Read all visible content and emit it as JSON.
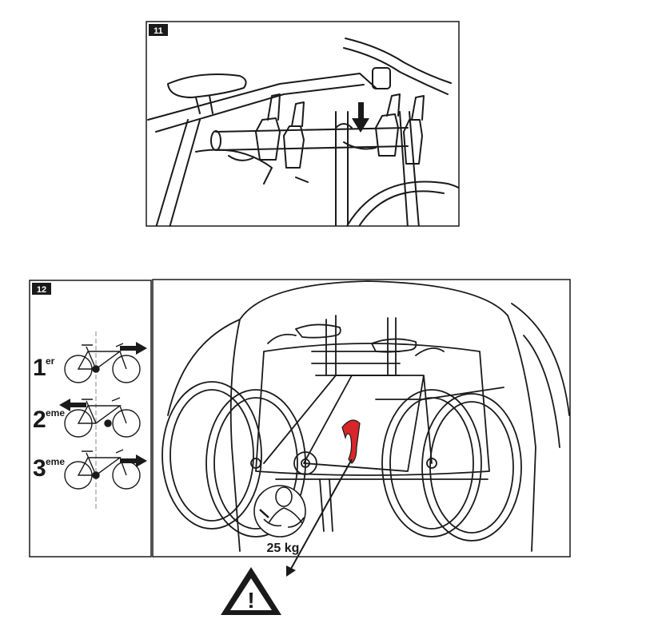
{
  "steps": {
    "step11": {
      "number": "11"
    },
    "step12": {
      "number": "12"
    }
  },
  "order": [
    {
      "num": "1",
      "sup": "er",
      "arrow": "right"
    },
    {
      "num": "2",
      "sup": "eme",
      "arrow": "left"
    },
    {
      "num": "3",
      "sup": "eme",
      "arrow": "right"
    }
  ],
  "weight_label": "25 kg",
  "warning_glyph": "!",
  "icons": [
    "arrow-down-icon",
    "strongman-icon",
    "warning-icon",
    "bicycle-icon"
  ],
  "colors": {
    "strap": "#d7262b",
    "ink": "#1a1a1a",
    "badge": "#1a1a1a"
  }
}
